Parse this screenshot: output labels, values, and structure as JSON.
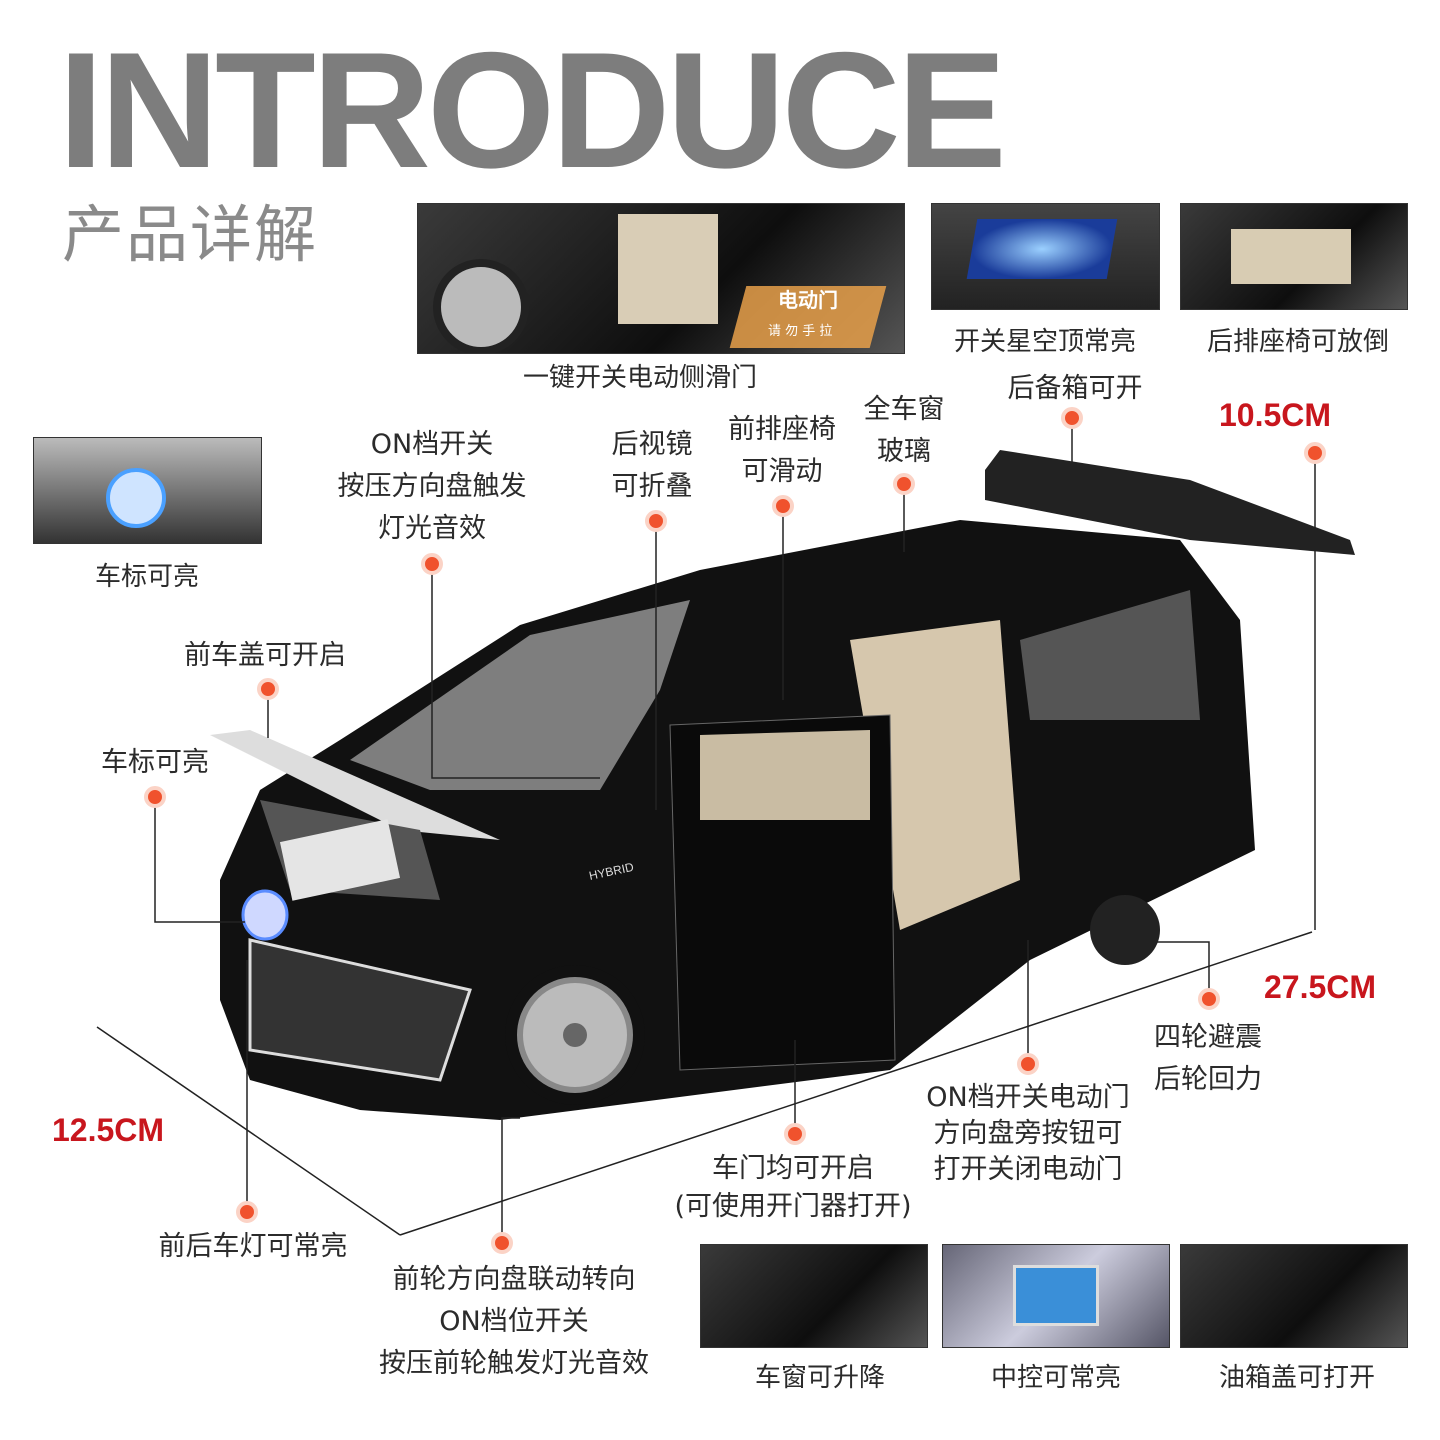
{
  "header": {
    "title": "INTRODUCE",
    "subtitle": "产品详解"
  },
  "photos": {
    "side_door": "一键开关电动侧滑门",
    "starry_roof": "开关星空顶常亮",
    "rear_seats": "后排座椅可放倒",
    "logo_light": "车标可亮",
    "window": "车窗可升降",
    "console": "中控可常亮",
    "fuel_cap": "油箱盖可打开"
  },
  "callouts": {
    "on_switch": [
      "ON档开关",
      "按压方向盘触发",
      "灯光音效"
    ],
    "mirror": [
      "后视镜",
      "可折叠"
    ],
    "front_seat": [
      "前排座椅",
      "可滑动"
    ],
    "glass": [
      "全车窗",
      "玻璃"
    ],
    "trunk": [
      "后备箱可开"
    ],
    "hood": [
      "前车盖可开启"
    ],
    "logo": [
      "车标可亮"
    ],
    "suspension": [
      "四轮避震",
      "后轮回力"
    ],
    "power_door": [
      "ON档开关电动门",
      "方向盘旁按钮可",
      "打开关闭电动门"
    ],
    "doors": [
      "车门均可开启",
      "(可使用开门器打开)"
    ],
    "lights": [
      "前后车灯可常亮"
    ],
    "steering": [
      "前轮方向盘联动转向",
      "ON档位开关",
      "按压前轮触发灯光音效"
    ]
  },
  "dimensions": {
    "height": "10.5CM",
    "length": "27.5CM",
    "width": "12.5CM"
  },
  "badges": {
    "door_sign": "电动门",
    "door_sign_sub": "请 勿 手 拉",
    "hybrid": "HYBRID"
  },
  "colors": {
    "title": "#7d7d7d",
    "dimension": "#c8161d",
    "dot": "#f0522d",
    "car": "#111111"
  }
}
